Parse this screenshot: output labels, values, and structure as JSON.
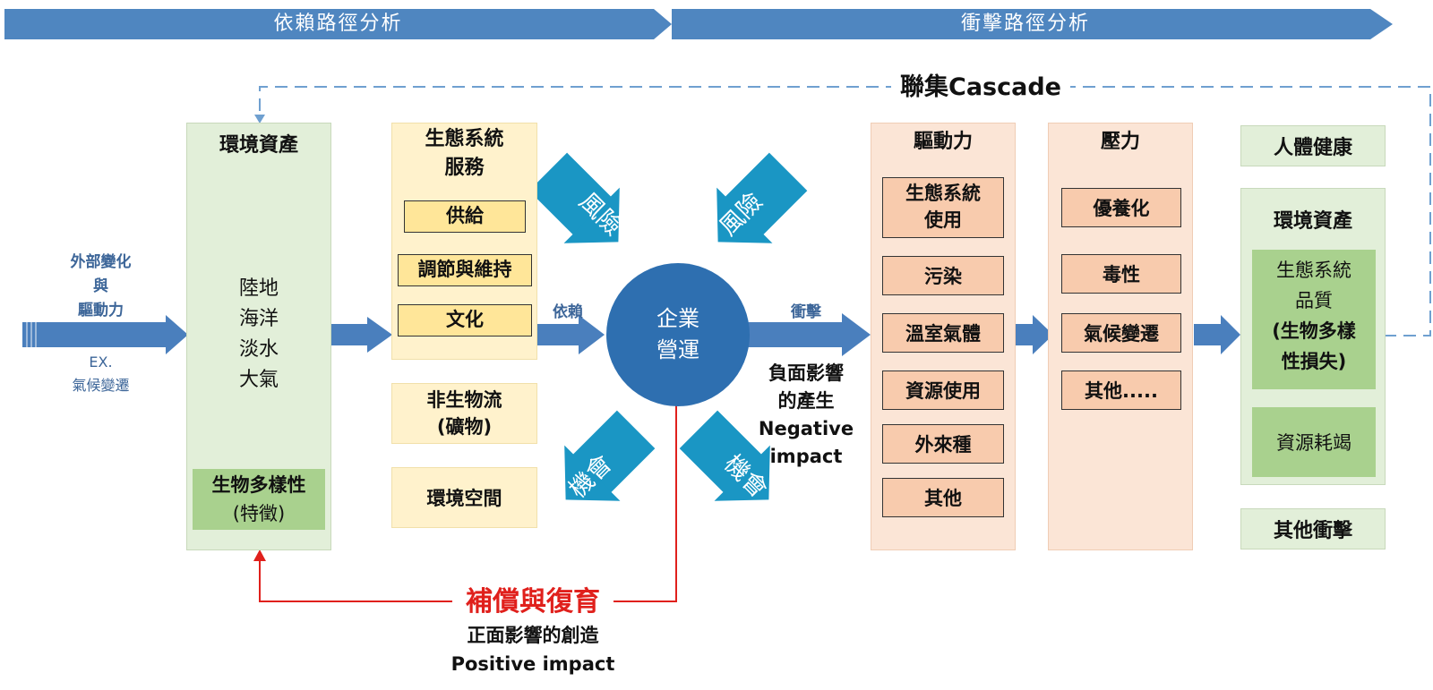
{
  "banners": {
    "dependency_path": "依賴路徑分析",
    "impact_path": "衝擊路徑分析"
  },
  "cascade_label": "聯集Cascade",
  "external": {
    "line1": "外部變化",
    "line2": "與",
    "line3": "驅動力",
    "ex_label": "EX.",
    "ex_value": "氣候變遷"
  },
  "env_assets": {
    "title": "環境資產",
    "items": [
      "陸地",
      "海洋",
      "淡水",
      "大氣"
    ],
    "biodiversity_line1": "生物多樣性",
    "biodiversity_line2": "(特徵)"
  },
  "ecosystem_services": {
    "title_line1": "生態系統",
    "title_line2": "服務",
    "items": [
      "供給",
      "調節與維持",
      "文化"
    ]
  },
  "abiotic_flow": {
    "line1": "非生物流",
    "line2": "(礦物)"
  },
  "env_space": "環境空間",
  "business": {
    "line1": "企業",
    "line2": "營運"
  },
  "labels": {
    "depend": "依賴",
    "impact": "衝擊",
    "risk": "風險",
    "opportunity": "機會"
  },
  "negative_impact": {
    "line1": "負面影響",
    "line2": "的產生",
    "line3": "Negative",
    "line4": "impact"
  },
  "compensation": {
    "title": "補償與復育",
    "line1": "正面影響的創造",
    "line2": "Positive impact"
  },
  "drivers": {
    "title": "驅動力",
    "items": [
      {
        "line1": "生態系統",
        "line2": "使用"
      },
      {
        "line1": "污染"
      },
      {
        "line1": "溫室氣體"
      },
      {
        "line1": "資源使用"
      },
      {
        "line1": "外來種"
      },
      {
        "line1": "其他"
      }
    ]
  },
  "pressures": {
    "title": "壓力",
    "items": [
      "優養化",
      "毒性",
      "氣候變遷",
      "其他....."
    ]
  },
  "impacts": {
    "human_health": "人體健康",
    "env_assets_title": "環境資產",
    "ecosystem_quality": {
      "line1": "生態系統",
      "line2": "品質",
      "line3": "(生物多樣",
      "line4": "性損失)"
    },
    "resource_depletion": "資源耗竭",
    "other_impacts": "其他衝擊"
  },
  "colors": {
    "banner": "#4f86c0",
    "arrow_blue": "#4a7fbd",
    "risk_arrow": "#1a96c4",
    "circle": "#2e6fb0",
    "red": "#e0201c",
    "dashed": "#6fa0d0",
    "label_blue": "#3d6699"
  }
}
